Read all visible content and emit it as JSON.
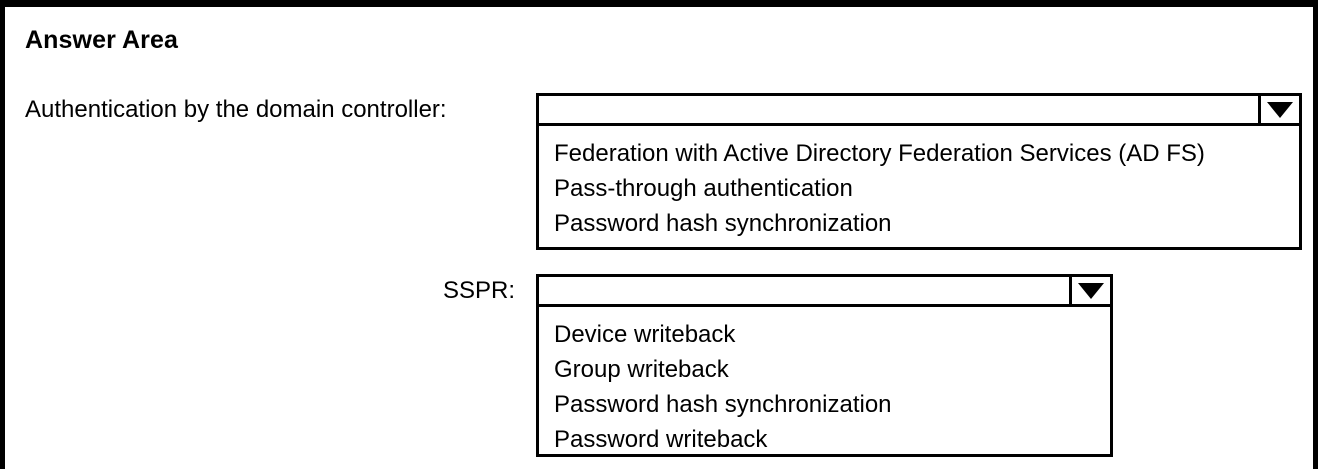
{
  "page": {
    "title": "Answer Area"
  },
  "fields": [
    {
      "key": "auth",
      "label": "Authentication by the domain controller:",
      "selected_value": "",
      "placeholder": "",
      "arrow_icon": "chevron-down-icon",
      "expanded": true,
      "options": [
        "Federation with Active Directory Federation Services (AD FS)",
        "Pass-through authentication",
        "Password hash synchronization"
      ]
    },
    {
      "key": "sspr",
      "label": "SSPR:",
      "selected_value": "",
      "placeholder": "",
      "arrow_icon": "chevron-down-icon",
      "expanded": true,
      "options": [
        "Device writeback",
        "Group writeback",
        "Password hash synchronization",
        "Password writeback"
      ]
    }
  ],
  "colors": {
    "frame_border": "#000000",
    "text": "#000000",
    "background": "#ffffff"
  }
}
